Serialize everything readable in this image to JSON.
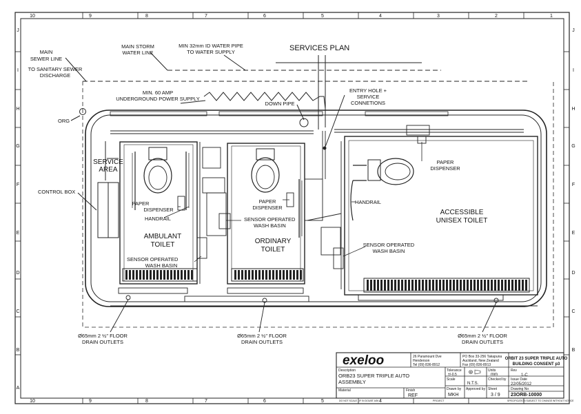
{
  "title": "SERVICES PLAN",
  "border": {
    "columns": [
      "10",
      "9",
      "8",
      "7",
      "6",
      "5",
      "4",
      "3",
      "2",
      "1"
    ],
    "rows": [
      "J",
      "I",
      "H",
      "G",
      "F",
      "E",
      "D",
      "C",
      "B",
      "A"
    ]
  },
  "labels": {
    "main_sewer": [
      "MAIN",
      "SEWER LINE"
    ],
    "sanitary": [
      "TO SANITARY SEWER",
      "DISCHARGE"
    ],
    "storm": [
      "MAIN STORM",
      "WATER LINE"
    ],
    "water_pipe": [
      "MIN 32mm ID WATER PIPE",
      "TO WATER SUPPLY"
    ],
    "power": [
      "MIN. 60 AMP",
      "UNDERGROUND POWER SUPPLY"
    ],
    "down_pipe": "DOWN PIPE",
    "entry_hole": [
      "ENTRY HOLE +",
      "SERVICE",
      "CONNETIONS"
    ],
    "org": "ORG",
    "control_box": "CONTROL BOX",
    "service_area": [
      "SERVICE",
      "AREA"
    ],
    "paper_dispenser_left": [
      "PAPER",
      "DISPENSER"
    ],
    "handrail_left": "HANDRAIL",
    "ambulant_toilet": [
      "AMBULANT",
      "TOILET"
    ],
    "sensor_left": [
      "SENSOR OPERATED",
      "WASH BASIN"
    ],
    "paper_dispenser_mid": [
      "PAPER",
      "DISPENSER"
    ],
    "sensor_mid": [
      "SENSOR OPERATED",
      "WASH BASIN"
    ],
    "ordinary_toilet": [
      "ORDINARY",
      "TOILET"
    ],
    "paper_dispenser_right": [
      "PAPER",
      "DISPENSER"
    ],
    "handrail_right": "HANDRAIL",
    "accessible_toilet": [
      "ACCESSIBLE",
      "UNISEX TOILET"
    ],
    "sensor_right": [
      "SENSOR OPERATED",
      "WASH BASIN"
    ],
    "drain_left": [
      "Ø65mm 2 ½\" FLOOR",
      "DRAIN OUTLETS"
    ],
    "drain_mid": [
      "Ø65mm 2 ½\" FLOOR",
      "DRAIN OUTLETS"
    ],
    "drain_right": [
      "Ø65mm 2 ½\" FLOOR",
      "DRAIN OUTLETS"
    ]
  },
  "title_block": {
    "logo": "exeloo",
    "address": [
      "26 Paramount Dve",
      "Henderson",
      "Tel (09) 836-8912"
    ],
    "po_box": [
      "PO Box 33-256 Takapuna",
      "Auckland, New Zealand",
      "Fax (09) 836-8913"
    ],
    "project_title": [
      "ORBIT 23 SUPER TRIPLE AUTO",
      "BUILDING CONSENT p3"
    ],
    "description_label": "Description",
    "description": [
      "ORB23 SUPER TRIPLE AUTO",
      "ASSEMBLY"
    ],
    "material_label": "Material",
    "finish_label": "Finish",
    "finish": "REF",
    "tolerance_label": "Tolerance",
    "tolerance": "±/-0.5",
    "scale_label": "Scale",
    "scale": "N.T.S.",
    "units_label": "Units",
    "units": "mm",
    "checked_label": "Checked by",
    "rev_label": "Rev",
    "rev": "1-C",
    "issue_label": "Issue Date",
    "issue_date": "22/05/2012",
    "drawn_label": "Drawn by",
    "drawn_by": "MKH",
    "approved_label": "Approved by",
    "sheet_label": "Sheet",
    "sheet": "3 / 9",
    "drawing_no_label": "Drawing No",
    "drawing_no": "23ORB-10000",
    "note_left": "DO NOT SCALE - IF IN DOUBT ASK",
    "note_project": "PROJECT",
    "note_right": "SPECIFICATION SUBJECT TO CHANGE WITHOUT NOTICE"
  }
}
